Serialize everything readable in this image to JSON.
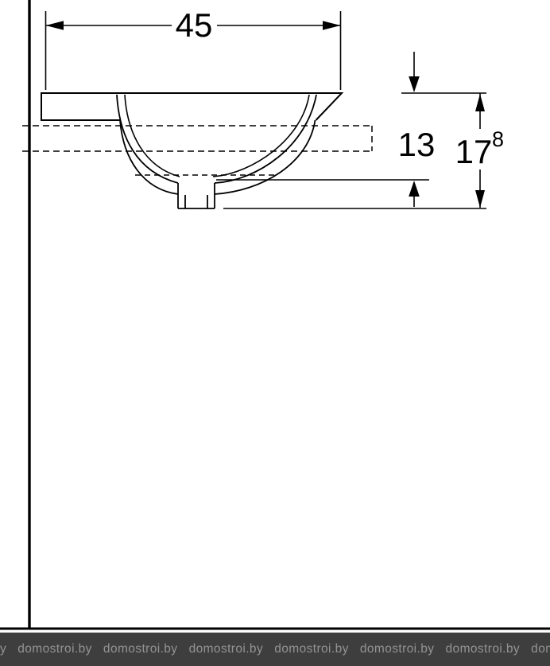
{
  "drawing": {
    "title": "washbasin-section-dimension-drawing",
    "width_dim": "45",
    "depth_dim": "13",
    "height_dim": "17",
    "height_dim_sup": "8"
  },
  "watermark": {
    "text": "y   domostroi.by   domostroi.by   domostroi.by   domostroi.by   domostroi.by   domostroi.by   domostroi.by"
  },
  "colors": {
    "line": "#000000",
    "background": "#ffffff",
    "watermark_bg": "#3e3e3e",
    "watermark_text": "#939393"
  }
}
